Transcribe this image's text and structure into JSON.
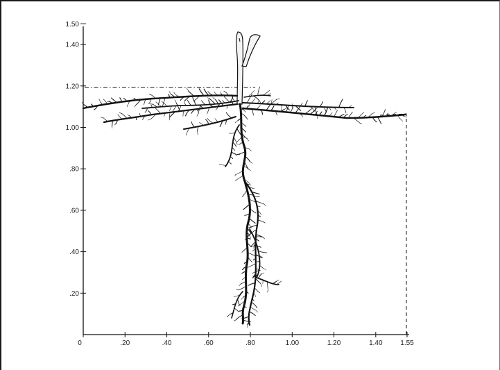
{
  "figure": {
    "y_axis": {
      "ticks": [
        {
          "label": "1.50",
          "value": 1.5
        },
        {
          "label": "1.40",
          "value": 1.4
        },
        {
          "label": "1.20",
          "value": 1.2
        },
        {
          "label": "1.00",
          "value": 1.0
        },
        {
          "label": ".80",
          "value": 0.8
        },
        {
          "label": ".60",
          "value": 0.6
        },
        {
          "label": ".40",
          "value": 0.4
        },
        {
          "label": ".20",
          "value": 0.2
        }
      ]
    },
    "x_axis": {
      "ticks": [
        {
          "label": "0",
          "value": 0
        },
        {
          "label": ".20",
          "value": 0.2
        },
        {
          "label": ".40",
          "value": 0.4
        },
        {
          "label": ".60",
          "value": 0.6
        },
        {
          "label": ".80",
          "value": 0.8
        },
        {
          "label": "1.00",
          "value": 1.0
        },
        {
          "label": "1.20",
          "value": 1.2
        },
        {
          "label": "1.40",
          "value": 1.4
        },
        {
          "label": "1.55",
          "value": 1.55
        }
      ]
    },
    "guides": {
      "soil_surface_level": 1.2,
      "lateral_extent": 1.55
    }
  }
}
